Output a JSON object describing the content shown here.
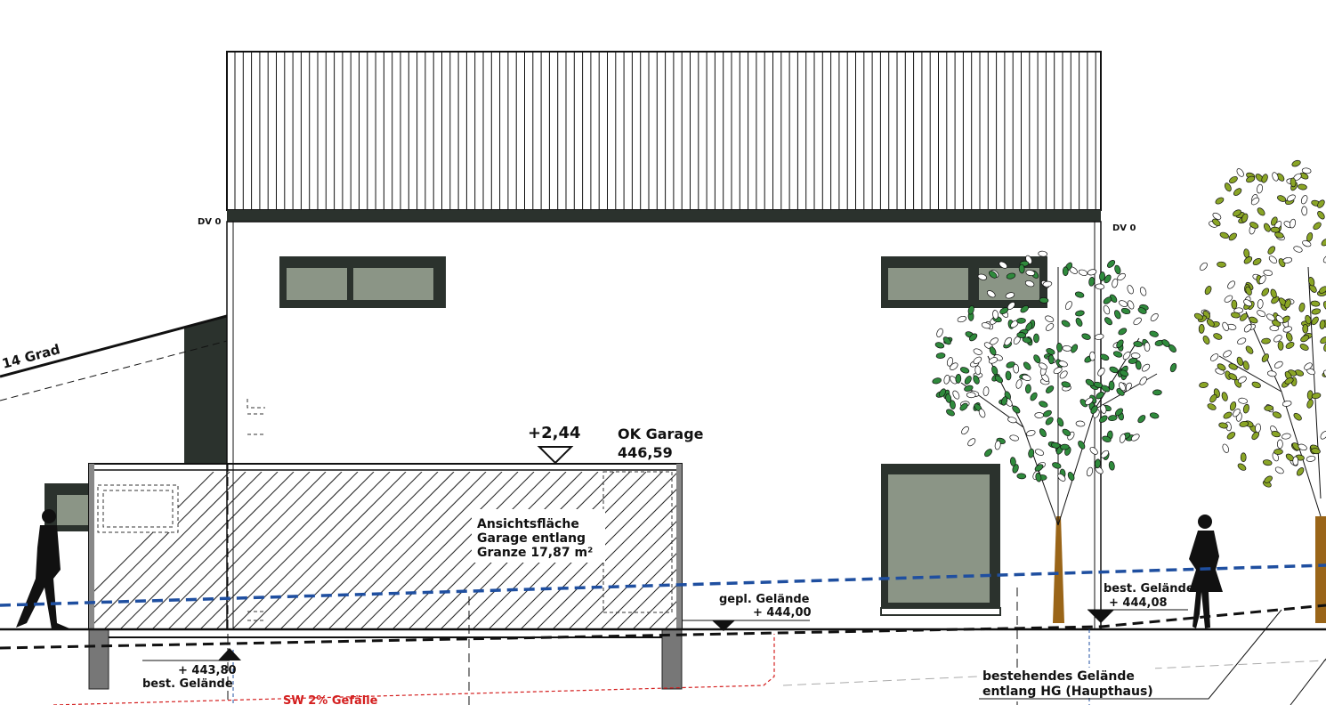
{
  "labels": {
    "dv_left": "DV 0",
    "dv_right": "DV 0",
    "roof_angle": "14 Grad",
    "height_marker": "+2,44",
    "ok_garage_title": "OK Garage",
    "ok_garage_value": "446,59",
    "area_line1": "Ansichtsfläche",
    "area_line2": "Garage entlang",
    "area_line3": "Granze 17,87 m²",
    "planned_terrain_label": "gepl. Gelände",
    "planned_terrain_value": "+ 444,00",
    "existing_left_value": "+ 443,80",
    "existing_left_label": "best. Gelände",
    "existing_right_label": "best. Gelände",
    "existing_right_value": "+ 444,08",
    "sewer_label": "SW 2% Gefälle",
    "existing_hg_line1": "bestehendes Gelände",
    "existing_hg_line2": "entlang HG (Haupthaus)"
  },
  "colors": {
    "frame": "#2b322d",
    "glass": "#8b9586",
    "planned_line": "#1f4fa0",
    "sewer_line": "#d42020",
    "tree_green": "#2f8a3c",
    "tree_olive": "#8aa526",
    "trunk": "#9a6518"
  }
}
